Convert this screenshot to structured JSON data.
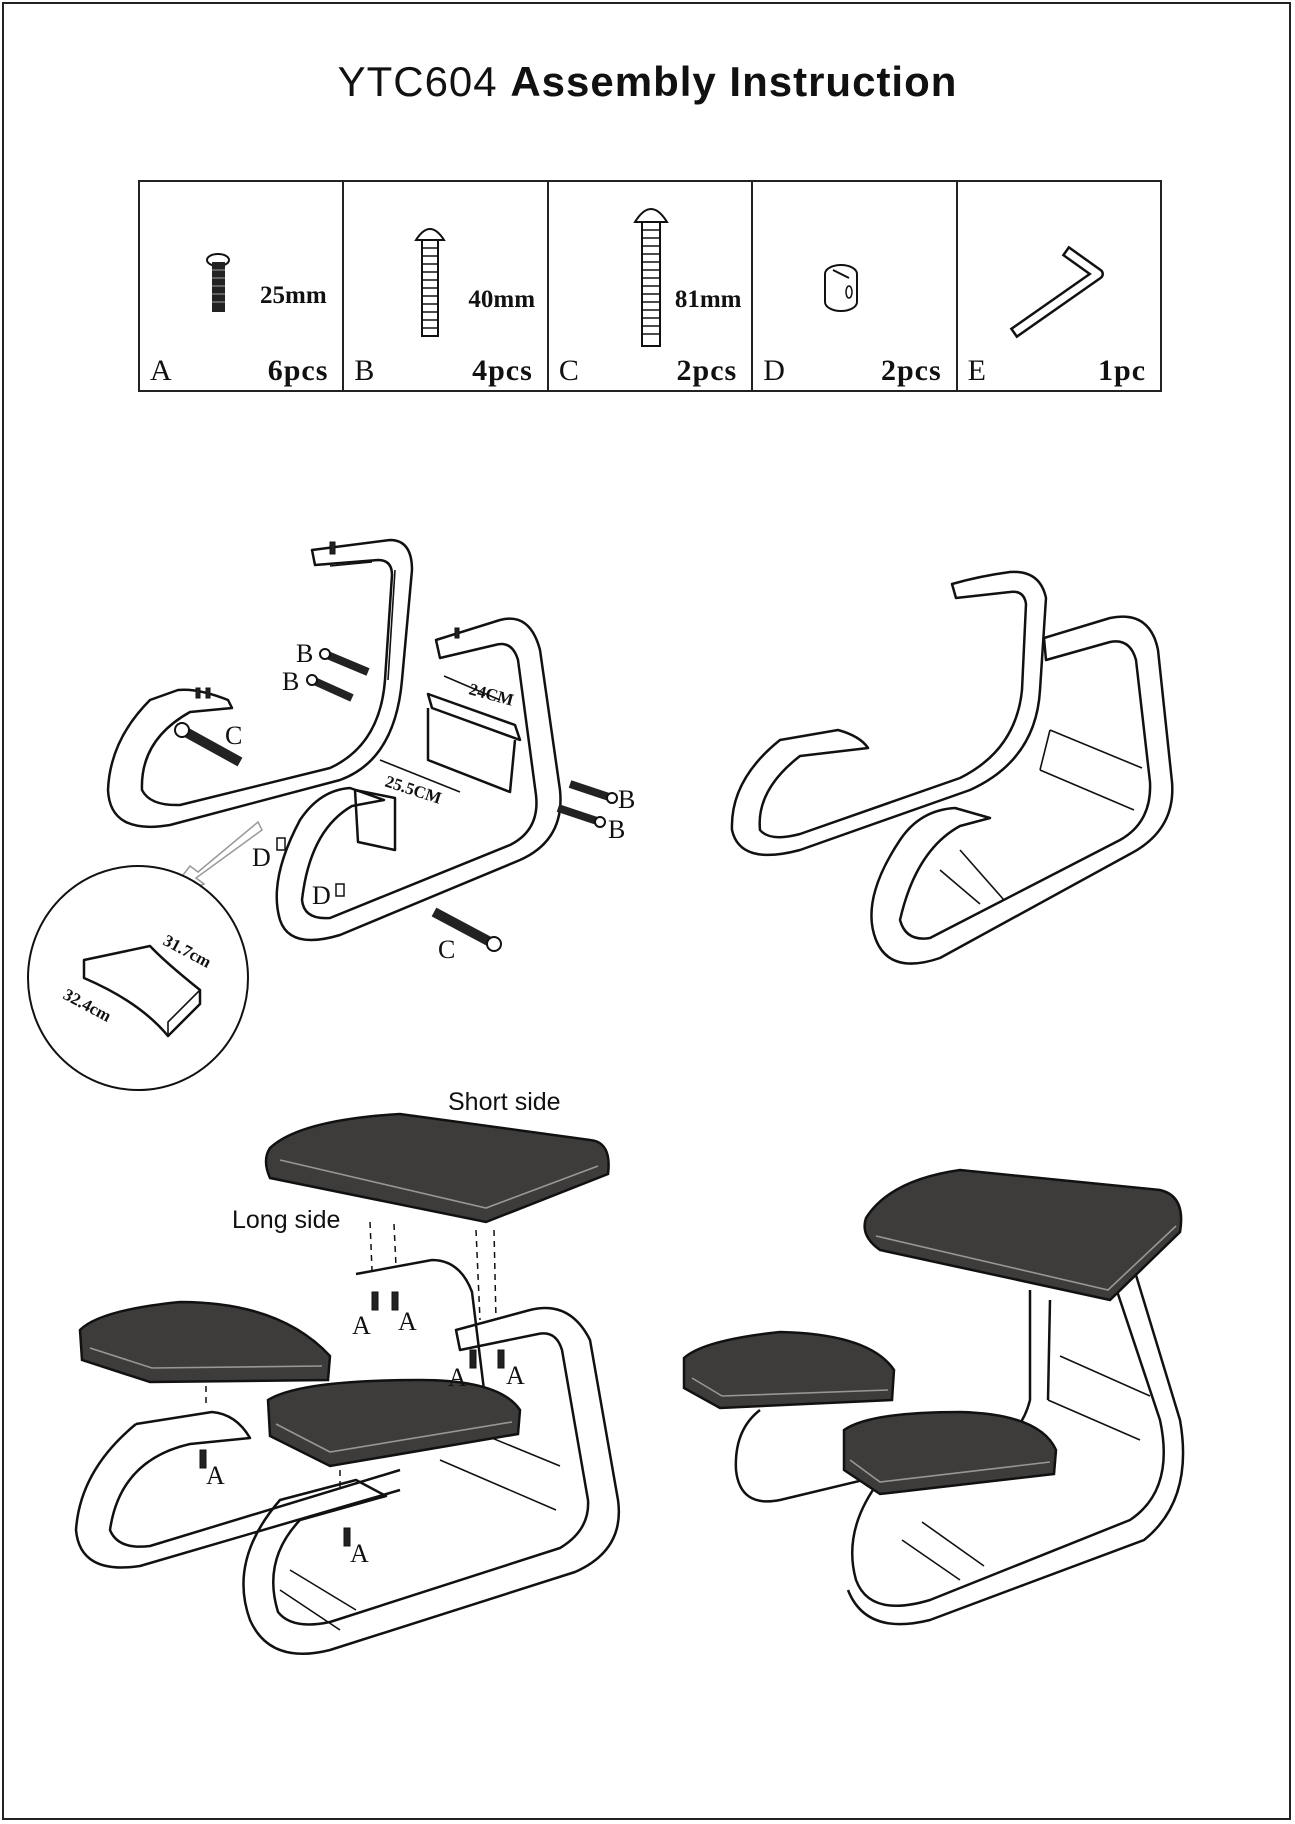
{
  "title": {
    "model": "YTC604",
    "text": "Assembly Instruction"
  },
  "parts": [
    {
      "letter": "A",
      "size": "25mm",
      "qty": "6pcs",
      "icon": "short-bolt-icon"
    },
    {
      "letter": "B",
      "size": "40mm",
      "qty": "4pcs",
      "icon": "medium-bolt-icon"
    },
    {
      "letter": "C",
      "size": "81mm",
      "qty": "2pcs",
      "icon": "long-bolt-icon"
    },
    {
      "letter": "D",
      "size": "",
      "qty": "2pcs",
      "icon": "barrel-nut-icon"
    },
    {
      "letter": "E",
      "size": "",
      "qty": "1pc",
      "icon": "allen-key-icon"
    }
  ],
  "step1": {
    "labels": {
      "b": "B",
      "c": "C",
      "d": "D"
    },
    "dimensions": {
      "top_bar": "24CM",
      "bottom_bar": "25.5CM",
      "detail_length": "31.7cm",
      "detail_width": "32.4cm"
    }
  },
  "step3": {
    "labels": {
      "short_side": "Short side",
      "long_side": "Long side",
      "a": "A"
    }
  }
}
